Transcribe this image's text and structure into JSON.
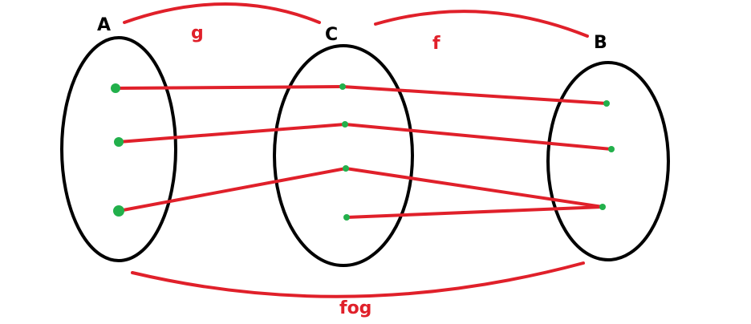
{
  "sets": [
    {
      "id": "A",
      "label": "A"
    },
    {
      "id": "C",
      "label": "C"
    },
    {
      "id": "B",
      "label": "B"
    }
  ],
  "maps": [
    {
      "id": "g",
      "label": "g"
    },
    {
      "id": "f",
      "label": "f"
    },
    {
      "id": "fog",
      "label": "fog"
    }
  ],
  "mappings": {
    "g": [
      [
        0,
        0
      ],
      [
        1,
        1
      ],
      [
        2,
        2
      ]
    ],
    "f": [
      [
        0,
        0
      ],
      [
        1,
        1
      ],
      [
        2,
        2
      ],
      [
        3,
        2
      ]
    ]
  },
  "colors": {
    "outline": "#000000",
    "arrow": "#e0202a",
    "point": "#22b04b",
    "label_set": "#000000",
    "label_map": "#e0202a"
  }
}
